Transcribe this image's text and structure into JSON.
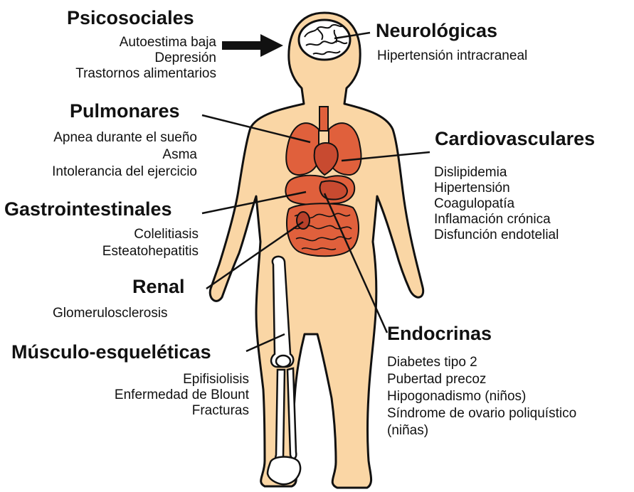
{
  "groups": {
    "psicosociales": {
      "title": "Psicosociales",
      "items": [
        "Autoestima baja",
        "Depresión",
        "Trastornos alimentarios"
      ]
    },
    "neurologicas": {
      "title": "Neurológicas",
      "items": [
        "Hipertensión intracraneal"
      ]
    },
    "pulmonares": {
      "title": "Pulmonares",
      "items": [
        "Apnea durante el sueño",
        "Asma",
        "Intolerancia del ejercicio"
      ]
    },
    "cardiovasculares": {
      "title": "Cardiovasculares",
      "items": [
        "Dislipidemia",
        "Hipertensión",
        "Coagulopatía",
        "Inflamación crónica",
        "Disfunción endotelial"
      ]
    },
    "gastrointestinales": {
      "title": "Gastrointestinales",
      "items": [
        "Colelitiasis",
        "Esteatohepatitis"
      ]
    },
    "renal": {
      "title": "Renal",
      "items": [
        "Glomerulosclerosis"
      ]
    },
    "endocrinas": {
      "title": "Endocrinas",
      "items": [
        "Diabetes tipo 2",
        "Pubertad precoz",
        "Hipogonadismo (niños)",
        "Síndrome de ovario poliquístico",
        "(niñas)"
      ]
    },
    "musculo": {
      "title": "Músculo-esqueléticas",
      "items": [
        "Epifisiolisis",
        "Enfermedad de Blount",
        "Fracturas"
      ]
    }
  },
  "colors": {
    "skin": "#fad6a5",
    "outline": "#111111",
    "organ": "#e0603c",
    "organ_dark": "#b8402a",
    "bone": "#ffffff"
  }
}
